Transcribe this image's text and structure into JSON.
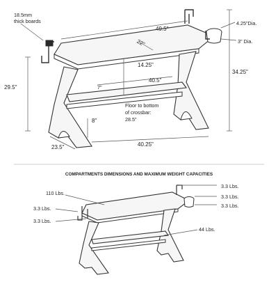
{
  "top_diagram": {
    "board_note": "18.5mm\nthick boards",
    "dim_top_width": "49.5\"",
    "dim_top_depth": "22\"",
    "dim_cup_dia_large": "4.25\"Dia.",
    "dim_cup_dia_small": "3\" Dia.",
    "dim_total_height": "34.25\"",
    "dim_left_height": "29.5\"",
    "dim_underbar": "14.25\"",
    "dim_inner_width": "40.5\"",
    "dim_shelf_depth": "7\"",
    "floor_note_line1": "Floor to bottom",
    "floor_note_line2": "of crossbar:",
    "floor_note_line3": "28.5\"",
    "dim_foot_height": "8\"",
    "dim_base_depth": "23.5\"",
    "dim_base_width": "40.25\""
  },
  "bottom_diagram": {
    "heading": "COMPARTMENTS DIMENSIONS AND MAXIMUM WEIGHT CAPACITIES",
    "cap_top": "110 Lbs.",
    "cap_left_hook_1": "3.3 Lbs.",
    "cap_left_hook_2": "3.3 Lbs.",
    "cap_right_1": "3.3 Lbs.",
    "cap_right_2": "3.3 Lbs.",
    "cap_right_3": "3.3 Lbs.",
    "cap_shelf": "44 Lbs."
  }
}
